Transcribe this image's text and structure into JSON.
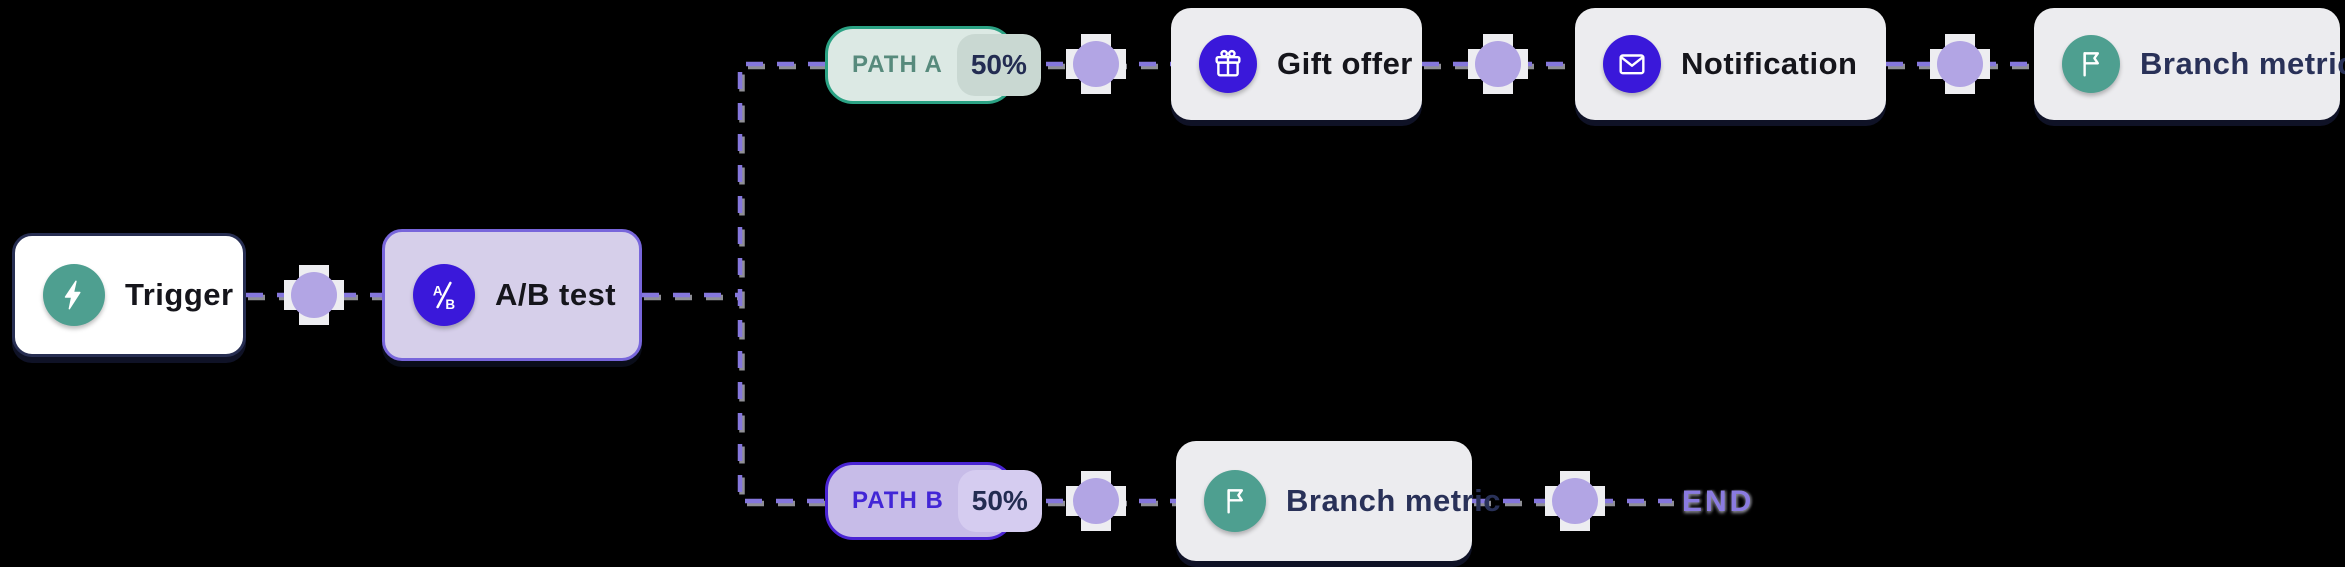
{
  "canvas": {
    "background": "#000000"
  },
  "colors": {
    "wire_purple": "#8577DC",
    "wire_shadow": "#8F8F96",
    "dot_core": "#B2A5E4",
    "dot_ring": "#EDEDF1",
    "teal": "#4E9F90",
    "indigo": "#3A18DA",
    "path_a_border": "#2BA284",
    "path_b_border": "#4A24D4"
  },
  "nodes": [
    {
      "id": "trigger",
      "label": "Trigger",
      "icon": "lightning-icon",
      "icon_bg": "#4E9F90"
    },
    {
      "id": "ab-test",
      "label": "A/B test",
      "icon": "ab-split-icon",
      "icon_bg": "#3A18DA"
    },
    {
      "id": "gift-offer",
      "label": "Gift offer",
      "icon": "gift-icon",
      "icon_bg": "#3A18DA"
    },
    {
      "id": "notification",
      "label": "Notification",
      "icon": "mail-icon",
      "icon_bg": "#3A18DA"
    },
    {
      "id": "branch-metric-a",
      "label": "Branch metric",
      "icon": "flag-icon",
      "icon_bg": "#4E9F90"
    },
    {
      "id": "branch-metric-b",
      "label": "Branch metric",
      "icon": "flag-icon",
      "icon_bg": "#4E9F90"
    }
  ],
  "badges": {
    "path_a": {
      "label": "PATH A",
      "value": "50%"
    },
    "path_b": {
      "label": "PATH B",
      "value": "50%"
    }
  },
  "end_label": "END"
}
